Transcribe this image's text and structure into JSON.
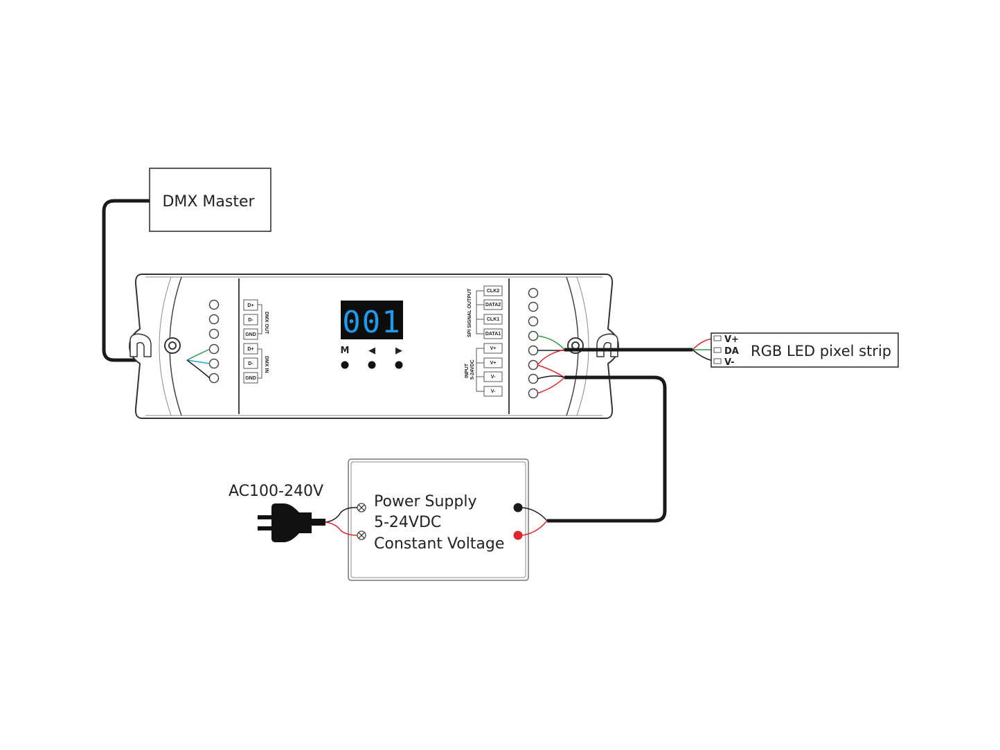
{
  "dmx_master": {
    "label": "DMX Master"
  },
  "controller": {
    "display_value": "001",
    "buttons": [
      "M",
      "◀",
      "▶"
    ],
    "dmx_terminals": [
      "D+",
      "D-",
      "GND",
      "D+",
      "D-",
      "GND"
    ],
    "dmx_out_label": "DMX OUT",
    "dmx_in_label": "DMX IN",
    "spi_terminals": [
      "CLK2",
      "DATA2",
      "CLK1",
      "DATA1"
    ],
    "spi_label": "SPI SIGNAL OUTPUT",
    "power_terminals": [
      "V+",
      "V+",
      "V-",
      "V-"
    ],
    "input_label": "INPUT",
    "input_voltage": "5-24VDC"
  },
  "led_strip": {
    "label": "RGB LED pixel strip",
    "pins": [
      "V+",
      "DA",
      "V-"
    ]
  },
  "power_supply": {
    "line1": "Power Supply",
    "line2": "5-24VDC",
    "line3": "Constant Voltage"
  },
  "ac_input": {
    "label": "AC100-240V"
  },
  "colors": {
    "red": "#e0262b",
    "green": "#2e9b47",
    "blue": "#2a9fd8",
    "display_digits": "#1e9bea",
    "wire": "#1a1a1a"
  }
}
